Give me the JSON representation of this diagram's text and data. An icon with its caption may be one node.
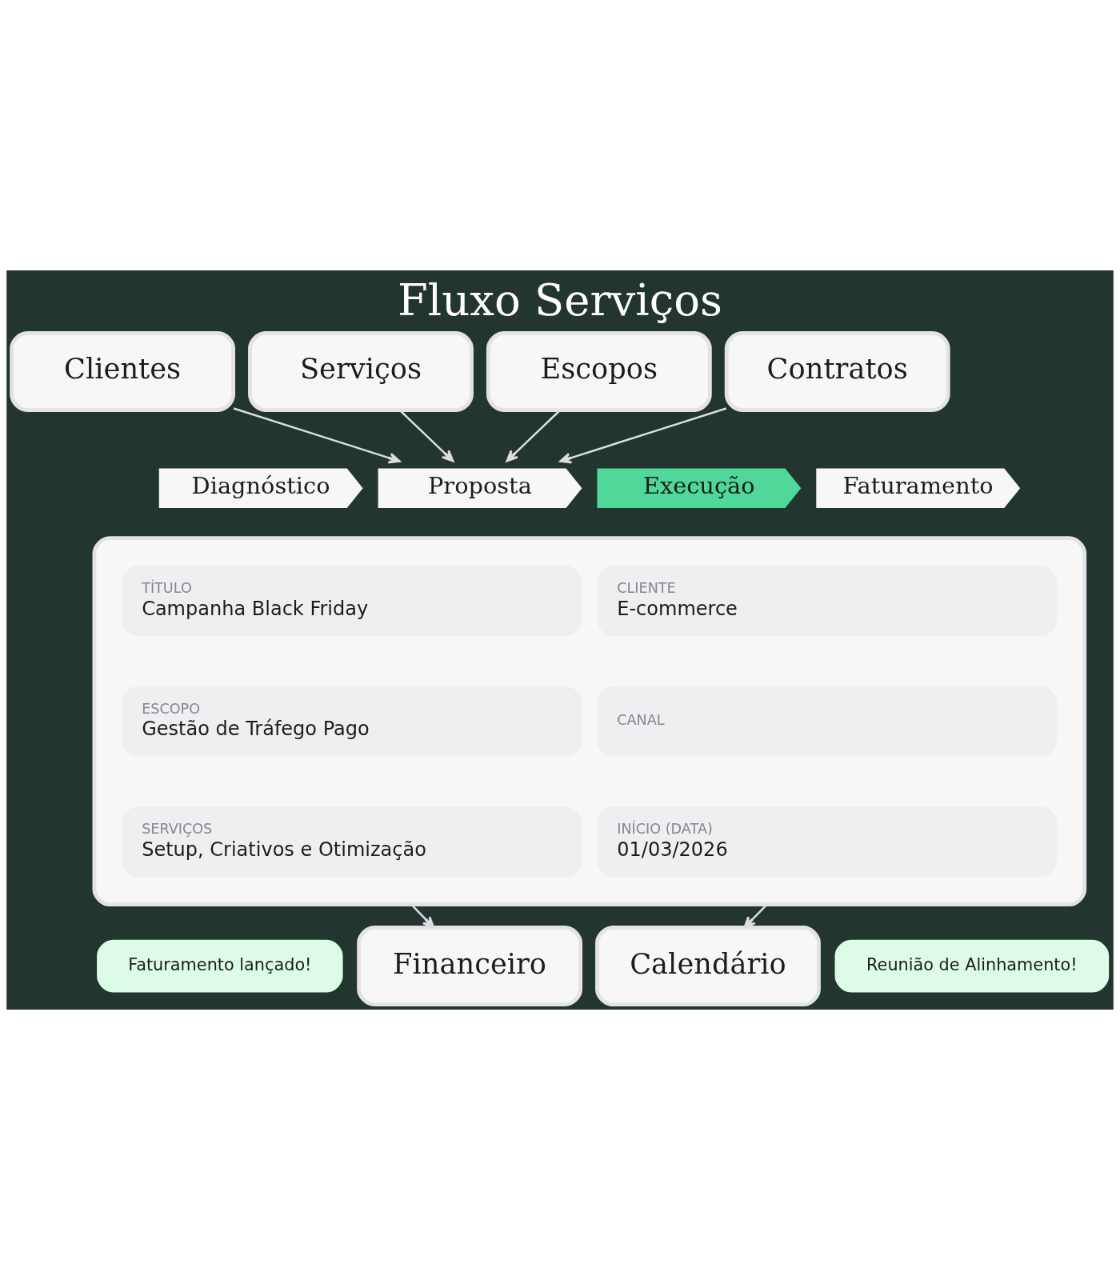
{
  "diagram": {
    "title": "Fluxo Serviços",
    "nodes": [
      {
        "text": [
          "Clientes"
        ]
      },
      {
        "text": [
          "Serviços"
        ]
      },
      {
        "text": [
          "Escopos"
        ]
      },
      {
        "text": [
          "Contratos"
        ]
      },
      {
        "text": [
          "Diagnóstico"
        ]
      },
      {
        "text": [
          "Proposta"
        ]
      },
      {
        "text": [
          "Execução"
        ]
      },
      {
        "text": [
          "Faturamento"
        ]
      },
      {
        "text": [],
        "shape": "box"
      },
      {
        "text": [
          "TÍTULO",
          "Campanha Black Friday"
        ],
        "in": 8
      },
      {
        "text": [
          "CLIENTE",
          "E-commerce"
        ],
        "in": 8
      },
      {
        "text": [
          "ESCOPO",
          "Gestão de Tráfego Pago"
        ],
        "in": 8
      },
      {
        "text": [
          "CANAL"
        ],
        "in": 8
      },
      {
        "text": [
          "SERVIÇOS",
          "Setup, Criativos e Otimização"
        ],
        "in": 8
      },
      {
        "text": [
          "INÍCIO (DATA)",
          "01/03/2026"
        ],
        "in": 8
      },
      {
        "text": [
          "Faturamento lançado!"
        ]
      },
      {
        "text": [
          "Financeiro"
        ]
      },
      {
        "text": [
          "Calendário"
        ]
      },
      {
        "text": [
          "Reunião de Alinhamento!"
        ]
      }
    ],
    "edges": [
      {
        "from": 0,
        "to": 5,
        "arrow": "to"
      },
      {
        "from": 1,
        "to": 5,
        "arrow": "to"
      },
      {
        "from": 2,
        "to": 5,
        "arrow": "to"
      },
      {
        "from": 3,
        "to": 5,
        "arrow": "to"
      },
      {
        "from": 8,
        "to": 16,
        "arrow": "to"
      },
      {
        "from": 8,
        "to": 17,
        "arrow": "to"
      }
    ]
  }
}
